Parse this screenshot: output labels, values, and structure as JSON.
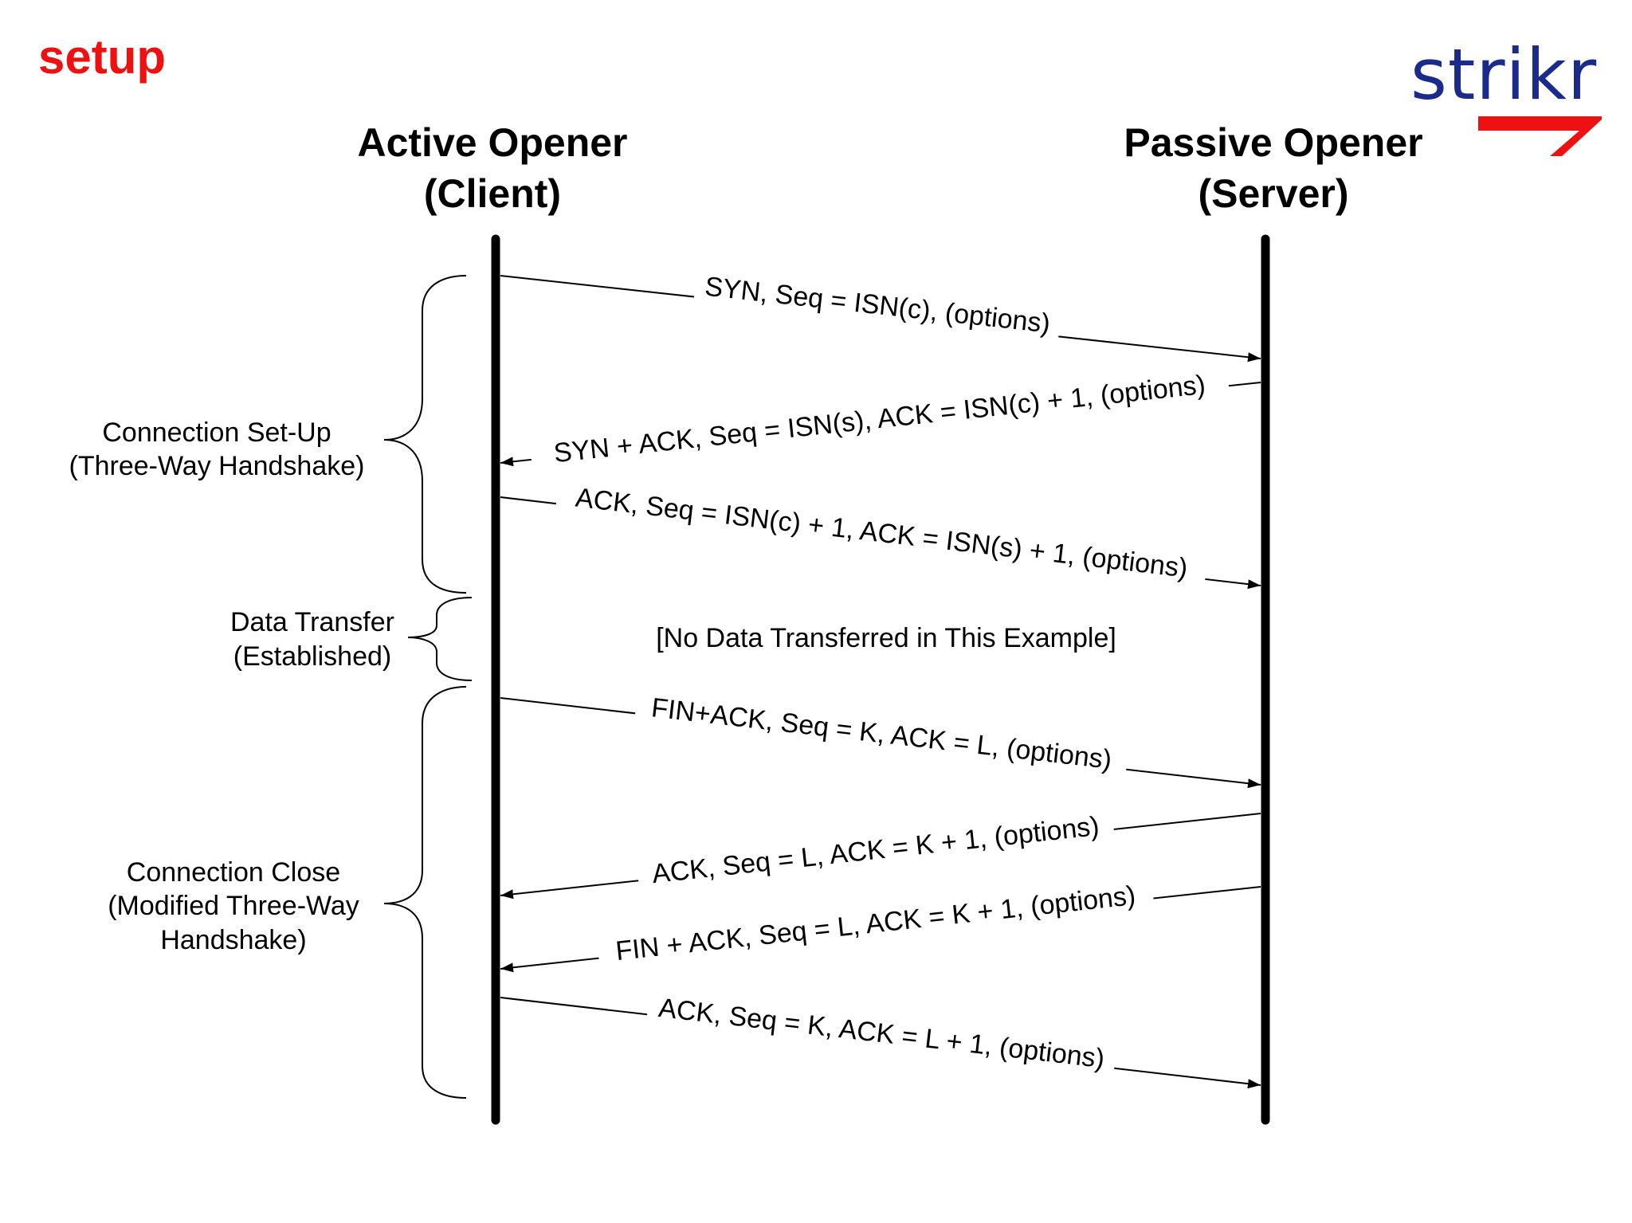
{
  "slide": {
    "title": "setup",
    "logo_text": "strikr"
  },
  "diagram": {
    "client": {
      "line1": "Active Opener",
      "line2": "(Client)"
    },
    "server": {
      "line1": "Passive Opener",
      "line2": "(Server)"
    },
    "phases": [
      {
        "lines": [
          "Connection Set-Up",
          "(Three-Way Handshake)"
        ]
      },
      {
        "lines": [
          "Data Transfer",
          "(Established)"
        ]
      },
      {
        "lines": [
          "Connection Close",
          "(Modified Three-Way",
          "Handshake)"
        ]
      }
    ],
    "messages": [
      {
        "text": "SYN, Seq = ISN(c), (options)",
        "direction": "client-to-server"
      },
      {
        "text": "SYN + ACK, Seq = ISN(s), ACK = ISN(c) + 1, (options)",
        "direction": "server-to-client"
      },
      {
        "text": "ACK, Seq = ISN(c) + 1, ACK = ISN(s) + 1, (options)",
        "direction": "client-to-server"
      },
      {
        "text": "FIN+ACK, Seq = K, ACK = L, (options)",
        "direction": "client-to-server"
      },
      {
        "text": "ACK, Seq = L, ACK = K + 1, (options)",
        "direction": "server-to-client"
      },
      {
        "text": "FIN + ACK, Seq = L, ACK = K + 1, (options)",
        "direction": "server-to-client"
      },
      {
        "text": "ACK, Seq = K, ACK = L + 1, (options)",
        "direction": "client-to-server"
      }
    ],
    "note": "[No Data Transferred in This Example]"
  }
}
